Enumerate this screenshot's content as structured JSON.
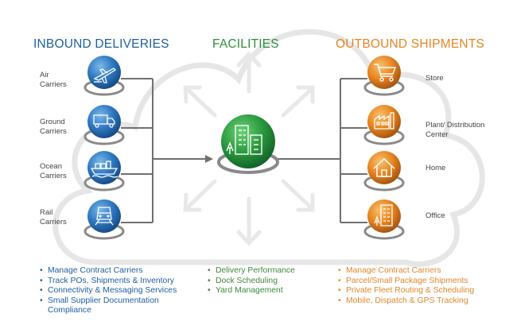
{
  "colors": {
    "inbound": "#1f5fa0",
    "facilities": "#2f8f3a",
    "outbound": "#e8841f",
    "connector": "#6f6f6f",
    "background_outline": "#e3e3e3"
  },
  "headings": {
    "inbound": "INBOUND DELIVERIES",
    "facilities": "FACILITIES",
    "outbound": "OUTBOUND SHIPMENTS"
  },
  "inbound_nodes": [
    {
      "label_line1": "Air",
      "label_line2": "Carriers",
      "icon": "airplane-icon"
    },
    {
      "label_line1": "Ground",
      "label_line2": "Carriers",
      "icon": "truck-icon"
    },
    {
      "label_line1": "Ocean",
      "label_line2": "Carriers",
      "icon": "ship-icon"
    },
    {
      "label_line1": "Rail",
      "label_line2": "Carriers",
      "icon": "train-icon"
    }
  ],
  "facility_node": {
    "icon": "buildings-icon"
  },
  "outbound_nodes": [
    {
      "label_line1": "Store",
      "label_line2": "",
      "icon": "shopping-cart-icon"
    },
    {
      "label_line1": "Plant/ Distribution",
      "label_line2": "Center",
      "icon": "factory-icon"
    },
    {
      "label_line1": "Home",
      "label_line2": "",
      "icon": "house-icon"
    },
    {
      "label_line1": "Office",
      "label_line2": "",
      "icon": "office-building-icon"
    }
  ],
  "inbound_bullets": [
    "Manage Contract Carriers",
    "Track POs, Shipments & Inventory",
    "Connectivity & Messaging Services",
    "Small Supplier Documentation Compliance"
  ],
  "facility_bullets": [
    "Delivery Performance",
    "Dock Scheduling",
    "Yard Management"
  ],
  "outbound_bullets": [
    "Manage Contract Carriers",
    "Parcel/Small Package Shipments",
    "Private Fleet Routing & Scheduling",
    "Mobile, Dispatch & GPS Tracking"
  ]
}
